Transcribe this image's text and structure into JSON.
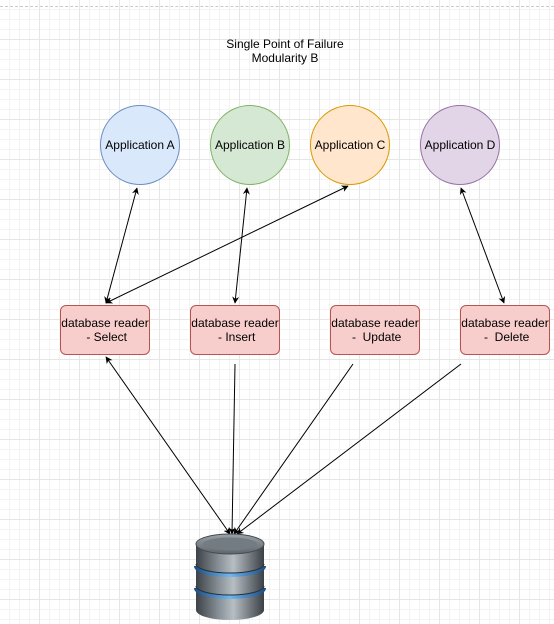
{
  "title": {
    "line1": "Single Point of Failure",
    "line2": "Modularity B"
  },
  "applications": [
    {
      "label": "Application A",
      "fill": "#dae8fc",
      "stroke": "#6c8ebf"
    },
    {
      "label": "Application B",
      "fill": "#d5e8d4",
      "stroke": "#82b366"
    },
    {
      "label": "Application C",
      "fill": "#ffe6cc",
      "stroke": "#d79b00"
    },
    {
      "label": "Application D",
      "fill": "#e1d5e7",
      "stroke": "#9673a6"
    }
  ],
  "readers": [
    {
      "label": "database reader\n - Select"
    },
    {
      "label": "database reader\n - Insert"
    },
    {
      "label": "database reader\n -  Update"
    },
    {
      "label": "database reader\n -  Delete"
    }
  ],
  "database": {
    "icon": "database-icon"
  },
  "colors": {
    "reader_fill": "#f8cecc",
    "reader_stroke": "#b85450",
    "edge": "#000000"
  }
}
